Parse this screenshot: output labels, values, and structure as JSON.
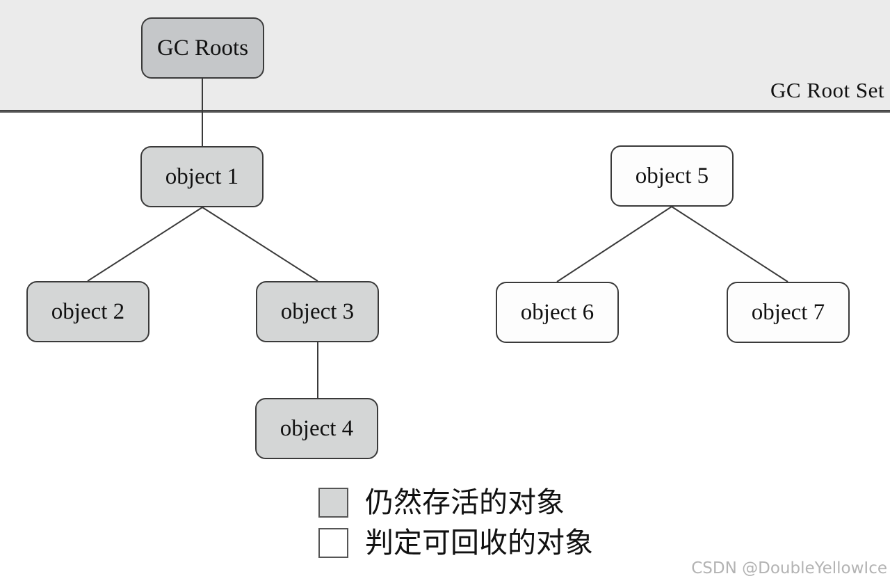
{
  "diagram": {
    "title_context": "GC reachability analysis diagram",
    "root_set_label": "GC Root Set",
    "nodes": [
      {
        "id": "gc-roots",
        "label": "GC Roots",
        "type": "root"
      },
      {
        "id": "object-1",
        "label": "object 1",
        "type": "live"
      },
      {
        "id": "object-2",
        "label": "object 2",
        "type": "live"
      },
      {
        "id": "object-3",
        "label": "object 3",
        "type": "live"
      },
      {
        "id": "object-4",
        "label": "object 4",
        "type": "live"
      },
      {
        "id": "object-5",
        "label": "object 5",
        "type": "recyclable"
      },
      {
        "id": "object-6",
        "label": "object 6",
        "type": "recyclable"
      },
      {
        "id": "object-7",
        "label": "object 7",
        "type": "recyclable"
      }
    ],
    "edges": [
      {
        "from": "gc-roots",
        "to": "object-1"
      },
      {
        "from": "object-1",
        "to": "object-2"
      },
      {
        "from": "object-1",
        "to": "object-3"
      },
      {
        "from": "object-3",
        "to": "object-4"
      },
      {
        "from": "object-5",
        "to": "object-6"
      },
      {
        "from": "object-5",
        "to": "object-7"
      }
    ],
    "legend": [
      {
        "swatch": "live",
        "label": "仍然存活的对象"
      },
      {
        "swatch": "recyclable",
        "label": "判定可回收的对象"
      }
    ],
    "watermark": "CSDN @DoubleYellowIce",
    "colors": {
      "band": "#ebebeb",
      "divider": "#3a3a3a",
      "root_fill": "#c5c7c9",
      "live_fill": "#d4d6d6",
      "recyclable_fill": "#fdfdfd",
      "border": "#3a3a3a",
      "watermark": "#b3b3b3"
    }
  }
}
